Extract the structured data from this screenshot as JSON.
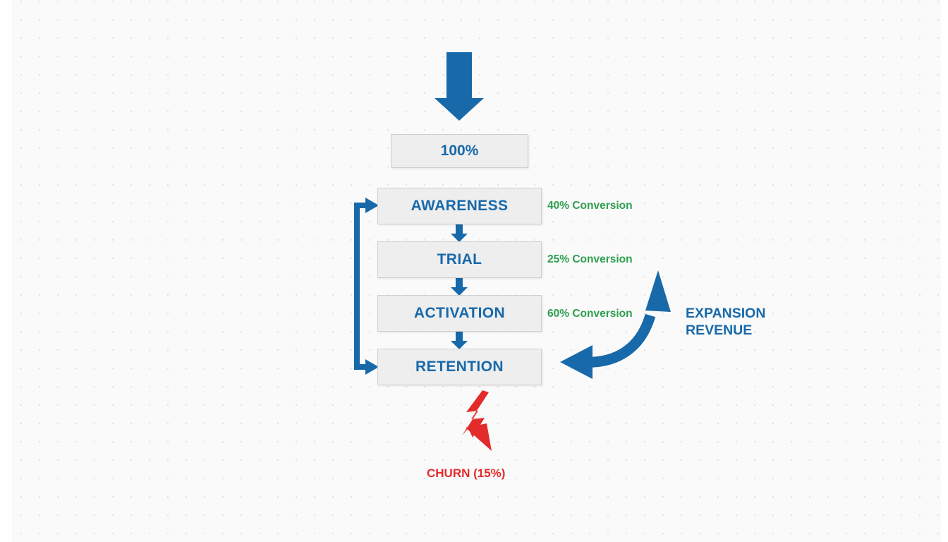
{
  "diagram": {
    "title_present": false,
    "colors": {
      "flow_blue": "#1769aa",
      "conversion_green": "#2e9e4f",
      "churn_red": "#e32b2b",
      "box_fill": "#eeeeee",
      "box_border": "#cfcfcf",
      "canvas_bg": "#fafafa",
      "grid_dot": "#e2e2e2"
    },
    "inflow_arrow": {
      "icon": "down-arrow-icon",
      "direction": "down"
    },
    "top_box": {
      "label": "100%"
    },
    "stages": [
      {
        "label": "AWARENESS",
        "conversion": "40% Conversion"
      },
      {
        "label": "TRIAL",
        "conversion": "25% Conversion"
      },
      {
        "label": "ACTIVATION",
        "conversion": "60% Conversion"
      },
      {
        "label": "RETENTION",
        "conversion": ""
      }
    ],
    "feedback_loop": {
      "icon": "loop-bracket-double-arrow-icon",
      "from": "RETENTION",
      "to": "AWARENESS"
    },
    "expansion": {
      "line1": "EXPANSION",
      "line2": "REVENUE",
      "icon": "curved-double-arrow-icon"
    },
    "churn": {
      "label": "CHURN (15%)",
      "icon": "lightning-bolt-arrow-icon"
    },
    "stage_arrows": [
      {
        "icon": "down-arrow-icon",
        "from": "AWARENESS",
        "to": "TRIAL"
      },
      {
        "icon": "down-arrow-icon",
        "from": "TRIAL",
        "to": "ACTIVATION"
      },
      {
        "icon": "down-arrow-icon",
        "from": "ACTIVATION",
        "to": "RETENTION"
      }
    ]
  }
}
